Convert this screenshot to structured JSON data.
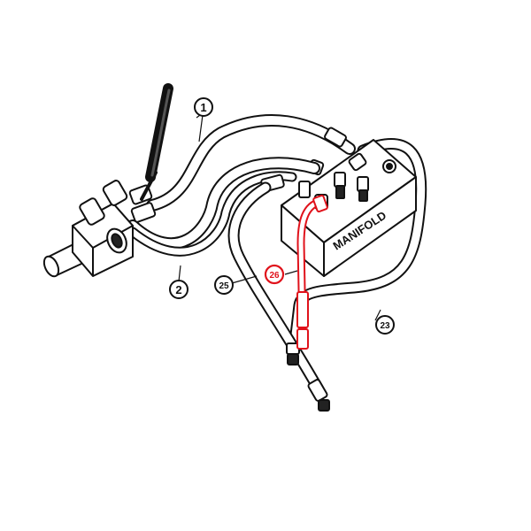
{
  "diagram": {
    "manifold_label": "MANIFOLD",
    "callouts": [
      {
        "id": "c1",
        "text": "1",
        "highlight": false
      },
      {
        "id": "c2",
        "text": "2",
        "highlight": false
      },
      {
        "id": "c25",
        "text": "25",
        "highlight": false
      },
      {
        "id": "c26",
        "text": "26",
        "highlight": true
      },
      {
        "id": "c23",
        "text": "23",
        "highlight": false
      }
    ]
  },
  "colors": {
    "line": "#111111",
    "highlight": "#e0121b",
    "background": "#ffffff"
  }
}
